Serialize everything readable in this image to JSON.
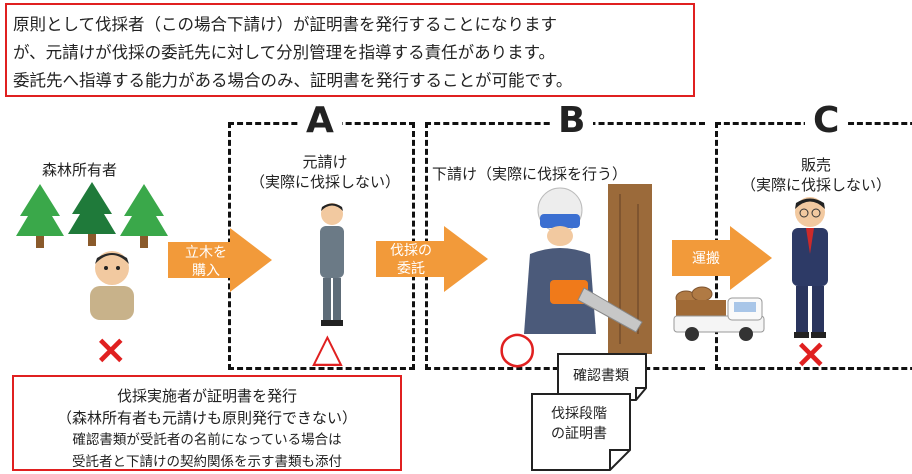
{
  "note_top": {
    "line1": "原則として伐採者（この場合下請け）が証明書を発行することになります",
    "line2": "が、元請けが伐採の委託先に対して分別管理を指導する責任があります。",
    "line3": "委託先へ指導する能力がある場合のみ、証明書を発行することが可能です。"
  },
  "sections": {
    "a": {
      "letter": "A"
    },
    "b": {
      "letter": "B"
    },
    "c": {
      "letter": "C"
    }
  },
  "actors": {
    "owner": {
      "label": "森林所有者",
      "mark": "×"
    },
    "prime": {
      "label1": "元請け",
      "label2": "（実際に伐採しない）",
      "mark": "△"
    },
    "sub": {
      "label": "下請け（実際に伐採を行う）",
      "mark": "○"
    },
    "sale": {
      "label1": "販売",
      "label2": "（実際に伐採しない）",
      "mark": "×"
    }
  },
  "arrows": {
    "buy": {
      "line1": "立木を",
      "line2": "購入"
    },
    "commission": {
      "line1": "伐採の",
      "line2": "委託"
    },
    "transport": {
      "line1": "運搬"
    }
  },
  "documents": {
    "confirm": "確認書類",
    "cert_line1": "伐採段階",
    "cert_line2": "の証明書"
  },
  "note_bottom": {
    "line1": "伐採実施者が証明書を発行",
    "line2": "（森林所有者も元請けも原則発行できない）",
    "line3": "確認書類が受託者の名前になっている場合は",
    "line4": "受託者と下請けの契約関係を示す書類も添付"
  },
  "colors": {
    "accent_red": "#e02020",
    "arrow_orange": "#f29a3a",
    "tree_green": "#3aa84a",
    "dark_tree": "#1f7a3a"
  }
}
